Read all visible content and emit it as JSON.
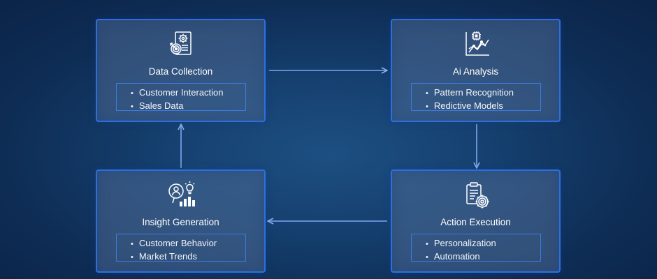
{
  "nodes": [
    {
      "id": "data-collection",
      "title": "Data Collection",
      "icon": "gear-document-target-icon",
      "bullets": [
        "Customer Interaction",
        "Sales Data"
      ]
    },
    {
      "id": "ai-analysis",
      "title": "Ai Analysis",
      "icon": "chip-line-chart-icon",
      "bullets": [
        "Pattern Recognition",
        "Redictive Models"
      ]
    },
    {
      "id": "insight-generation",
      "title": "Insight Generation",
      "icon": "person-lightbulb-bar-chart-icon",
      "bullets": [
        "Customer Behavior",
        "Market Trends"
      ]
    },
    {
      "id": "action-execution",
      "title": "Action Execution",
      "icon": "clipboard-gear-icon",
      "bullets": [
        "Personalization",
        "Automation"
      ]
    }
  ],
  "edges": [
    {
      "from": "data-collection",
      "to": "ai-analysis"
    },
    {
      "from": "ai-analysis",
      "to": "action-execution"
    },
    {
      "from": "action-execution",
      "to": "insight-generation"
    },
    {
      "from": "insight-generation",
      "to": "data-collection"
    }
  ],
  "colors": {
    "background": "#15406f",
    "card_border": "#2e6fe0",
    "arrow": "#7fa6f2"
  }
}
